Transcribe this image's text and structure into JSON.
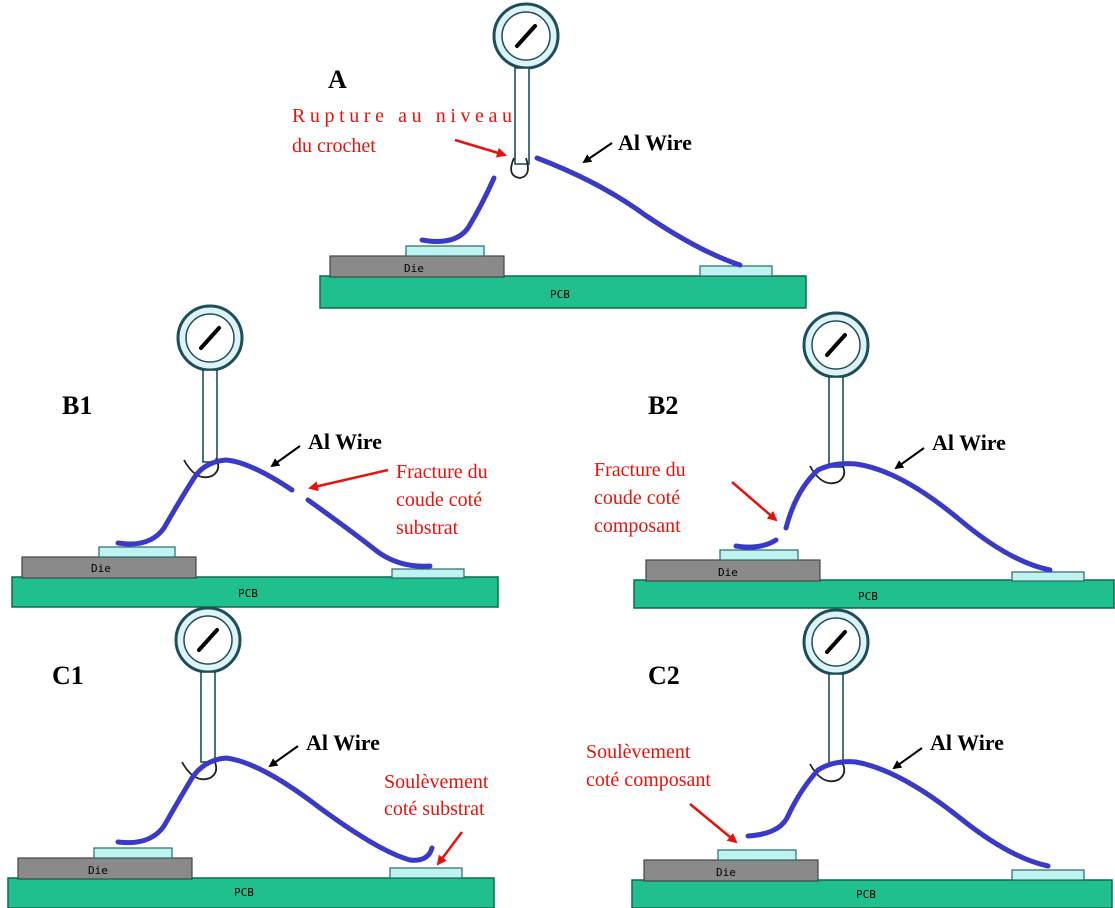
{
  "panels": {
    "A": {
      "label": "A",
      "wire": "Al Wire",
      "die": "Die",
      "pcb": "PCB",
      "note_lines": [
        "Rupture au niveau",
        "du crochet"
      ]
    },
    "B1": {
      "label": "B1",
      "wire": "Al Wire",
      "die": "Die",
      "pcb": "PCB",
      "note_lines": [
        "Fracture du",
        "coude coté",
        "substrat"
      ]
    },
    "B2": {
      "label": "B2",
      "wire": "Al Wire",
      "die": "Die",
      "pcb": "PCB",
      "note_lines": [
        "Fracture du",
        "coude coté",
        "composant"
      ]
    },
    "C1": {
      "label": "C1",
      "wire": "Al Wire",
      "die": "Die",
      "pcb": "PCB",
      "note_lines": [
        "Soulèvement",
        "coté substrat"
      ]
    },
    "C2": {
      "label": "C2",
      "wire": "Al Wire",
      "die": "Die",
      "pcb": "PCB",
      "note_lines": [
        "Soulèvement",
        "coté composant"
      ]
    }
  },
  "colors": {
    "wire": "#3a3ac8",
    "pcb": "#1fbf8e",
    "die": "#8a8a8a",
    "pad": "#bff3f0",
    "note": "#e8120c"
  }
}
